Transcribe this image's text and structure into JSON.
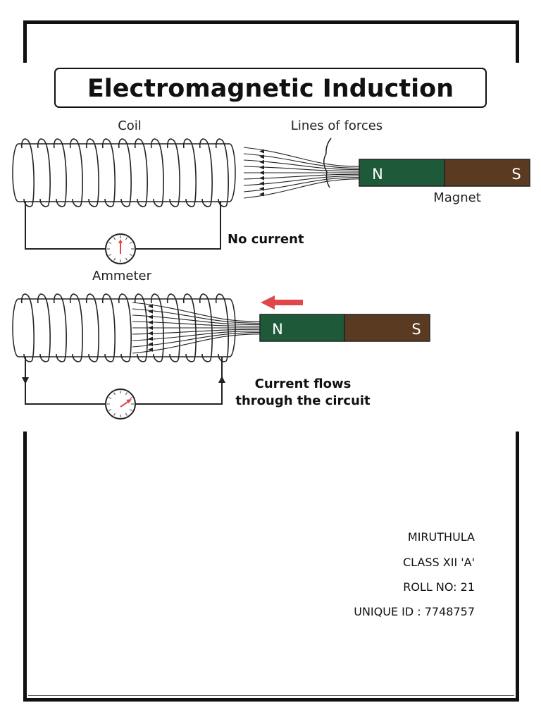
{
  "diagram": {
    "title": "Electromagnetic Induction",
    "coil_label": "Coil",
    "lines_label": "Lines of forces",
    "magnet_label": "Magnet",
    "no_current_label": "No current",
    "ammeter_label": "Ammeter",
    "current_flows_line1": "Current flows",
    "current_flows_line2": "through the circuit",
    "magnet_n": "N",
    "magnet_s": "S",
    "colors": {
      "magnet_north": "#1e5a3a",
      "magnet_south": "#5a3a20",
      "arrow": "#e0464a",
      "needle": "#e0464a"
    }
  },
  "student": {
    "name": "MIRUTHULA",
    "class": "CLASS XII 'A'",
    "roll": "ROLL NO: 21",
    "unique_id": "UNIQUE ID : 7748757"
  }
}
